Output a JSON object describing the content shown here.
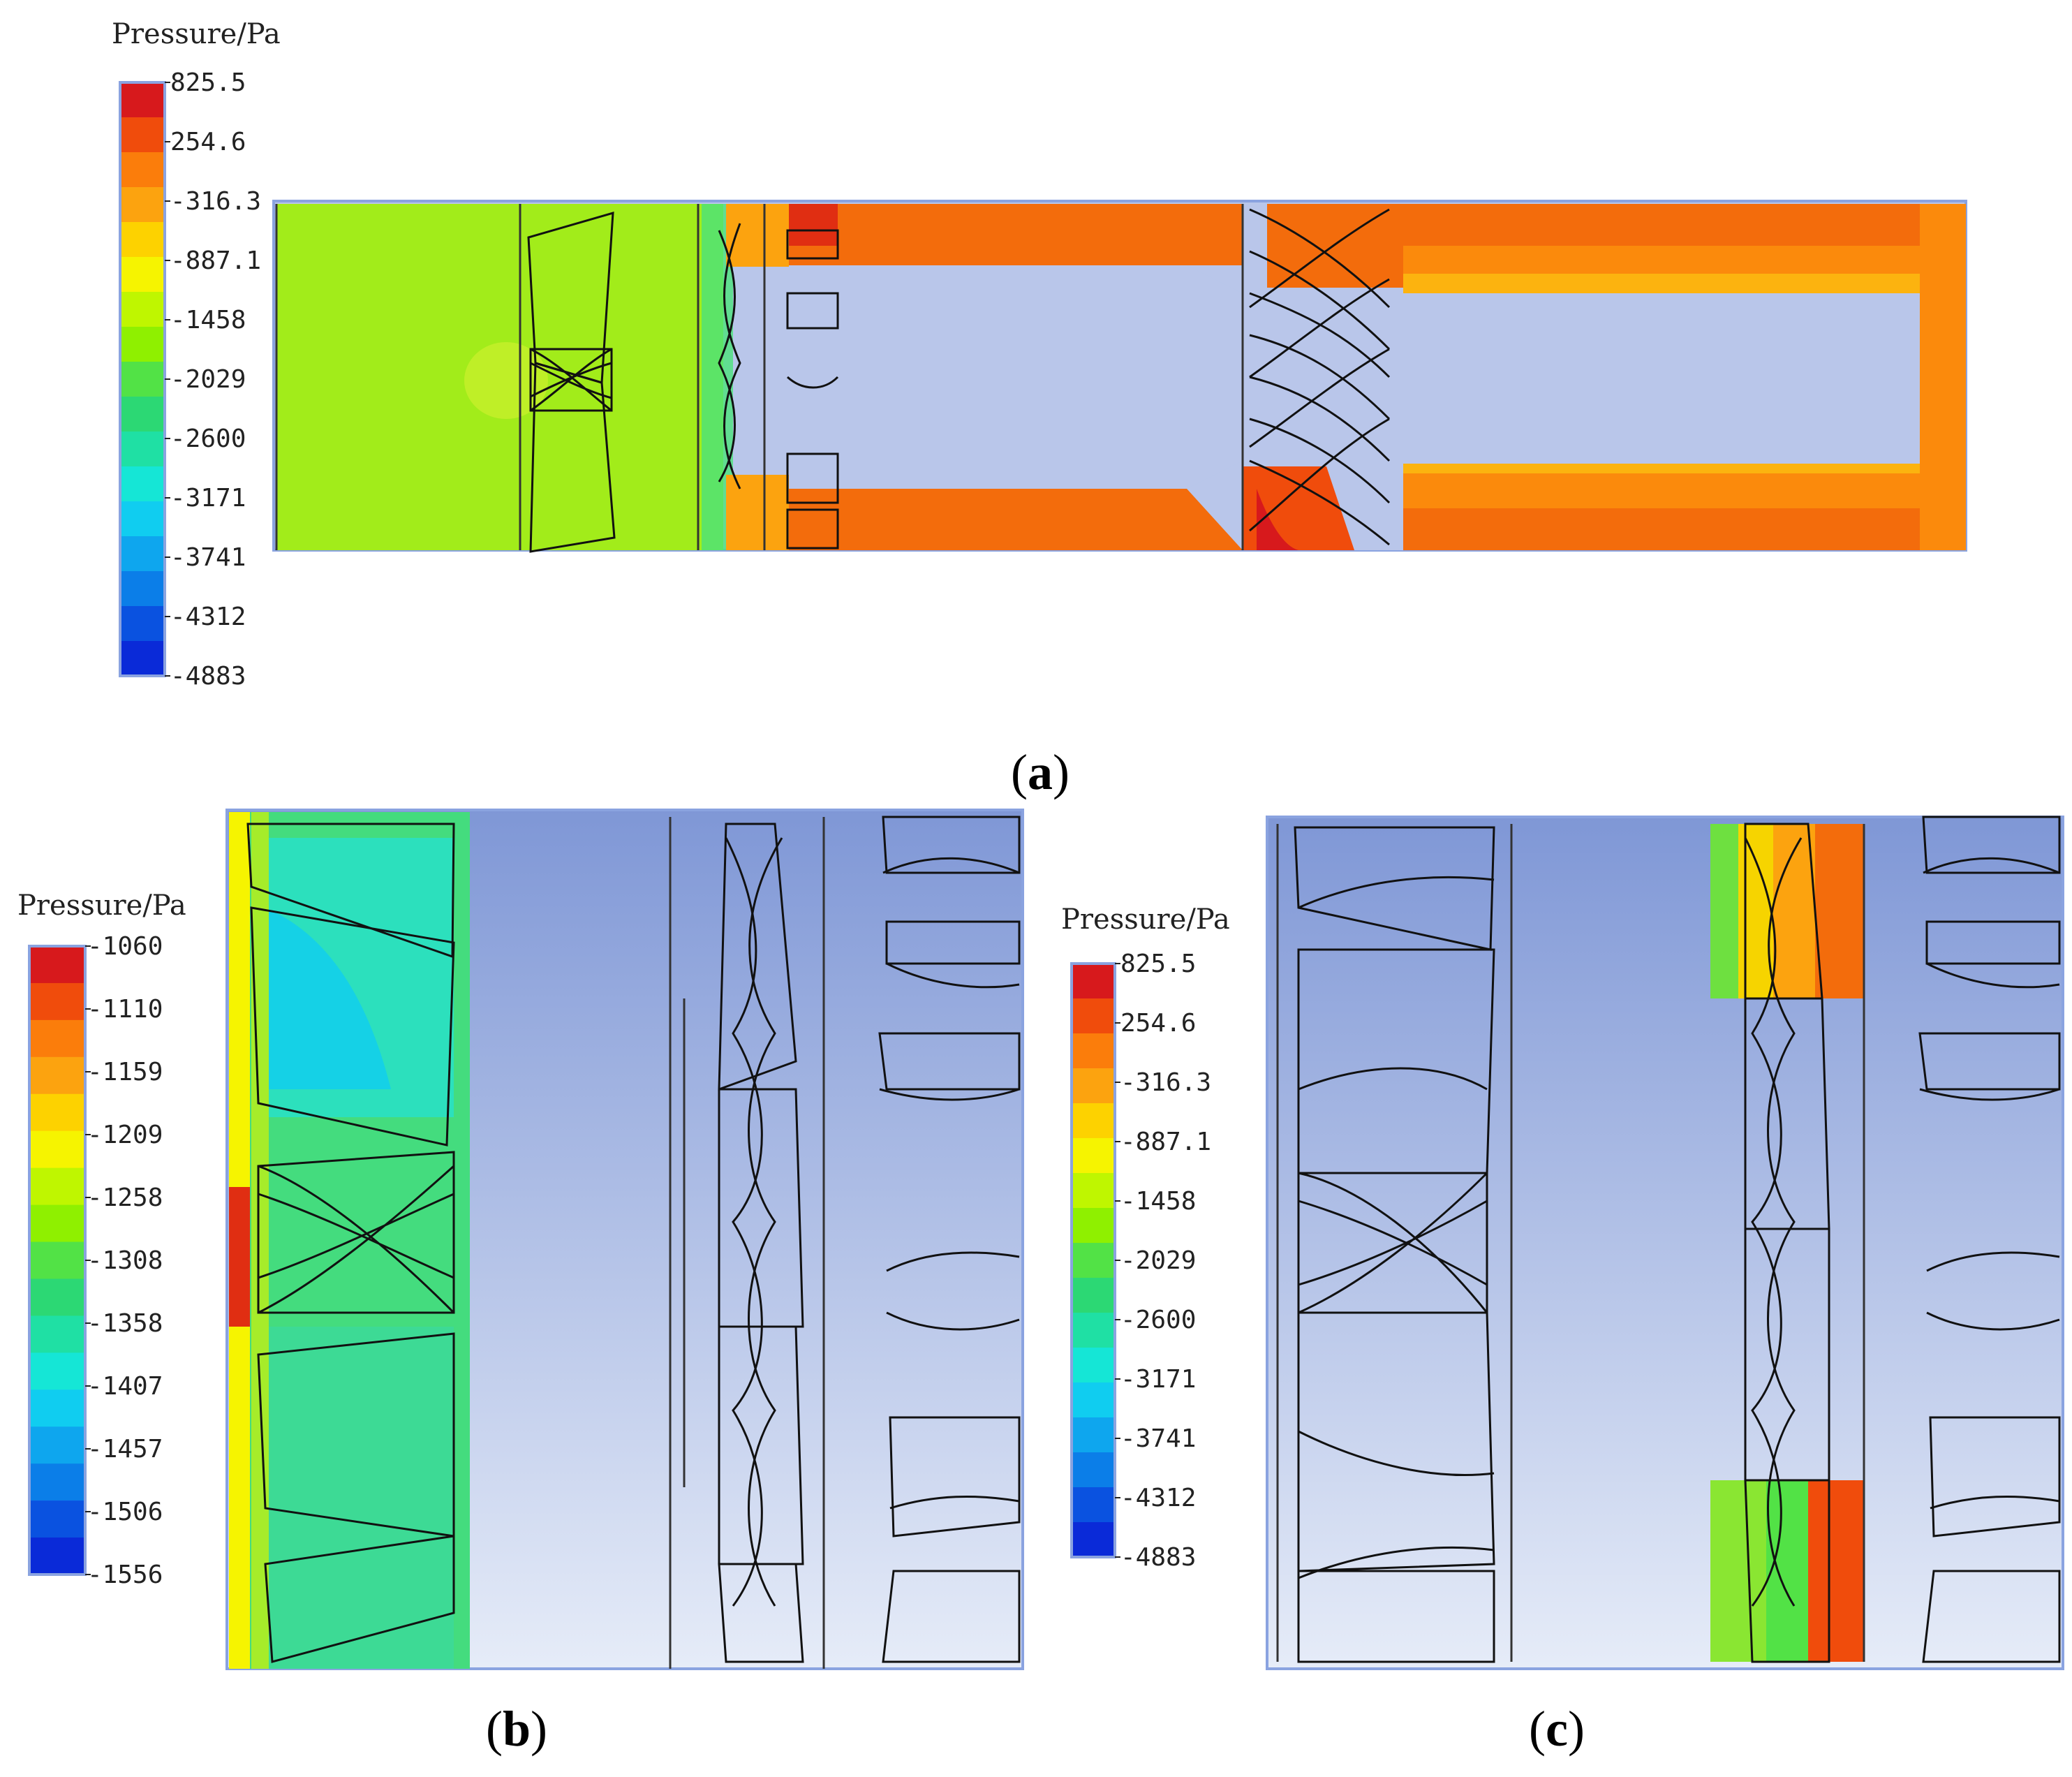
{
  "panels": [
    {
      "id": "a",
      "label": "a",
      "legend": {
        "title": "Pressure/Pa",
        "ticks": [
          "825.5",
          "254.6",
          "-316.3",
          "-887.1",
          "-1458",
          "-2029",
          "-2600",
          "-3171",
          "-3741",
          "-4312",
          "-4883"
        ]
      }
    },
    {
      "id": "b",
      "label": "b",
      "legend": {
        "title": "Pressure/Pa",
        "ticks": [
          "-1060",
          "-1110",
          "-1159",
          "-1209",
          "-1258",
          "-1308",
          "-1358",
          "-1407",
          "-1457",
          "-1506",
          "-1556"
        ]
      }
    },
    {
      "id": "c",
      "label": "c",
      "legend": {
        "title": "Pressure/Pa",
        "ticks": [
          "825.5",
          "254.6",
          "-316.3",
          "-887.1",
          "-1458",
          "-2029",
          "-2600",
          "-3171",
          "-3741",
          "-4312",
          "-4883"
        ]
      }
    }
  ],
  "colormap": [
    "#d7191c",
    "#f04c0c",
    "#fb7d0b",
    "#fca30f",
    "#fdd200",
    "#f6f400",
    "#bff600",
    "#8ff000",
    "#52e246",
    "#2cd874",
    "#1fe0a4",
    "#15e6d6",
    "#10cdf0",
    "#0ea6ee",
    "#0b7ee8",
    "#0a52e0",
    "#0a2ad8"
  ],
  "colors": {
    "background_blue_top": "#7f97d6",
    "background_blue_bottom": "#e6ecf8",
    "frame_blue": "#7e99e6"
  }
}
